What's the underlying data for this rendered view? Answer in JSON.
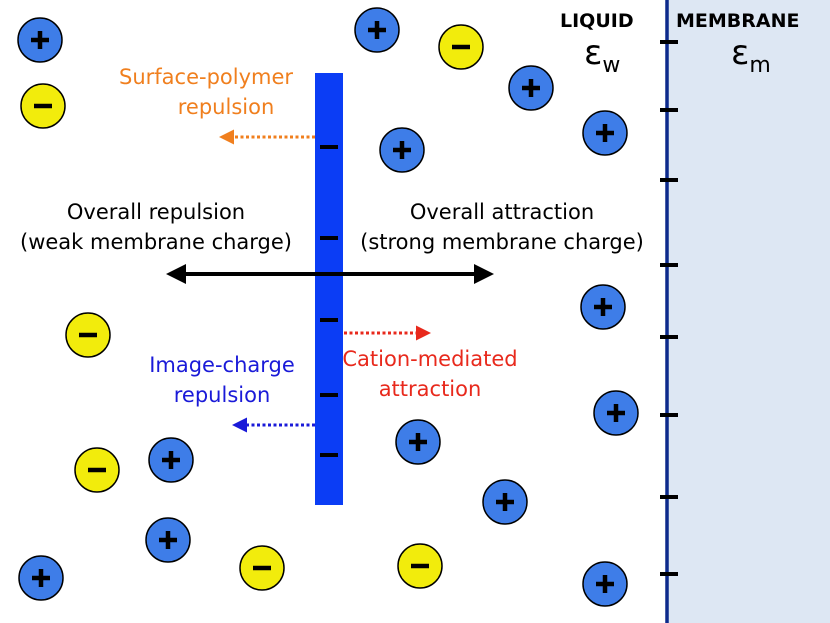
{
  "colors": {
    "orange": "#f07f1e",
    "red": "#e8291c",
    "blue": "#1a1ad8",
    "polymer": "#0b3df5",
    "cation_fill": "#3e7de8",
    "anion_fill": "#f2ec0c",
    "membrane_fill": "#dde7f3",
    "membrane_line": "#0d2a8c"
  },
  "labels": {
    "liquid": "LIQUID",
    "membrane": "MEMBRANE",
    "eps_w": "εw",
    "eps_m": "εm",
    "surface_polymer_l1": "Surface-polymer",
    "surface_polymer_l2": "repulsion",
    "overall_repulsion_l1": "Overall repulsion",
    "overall_repulsion_l2": "(weak membrane charge)",
    "overall_attraction_l1": "Overall attraction",
    "overall_attraction_l2": "(strong membrane charge)",
    "image_charge_l1": "Image-charge",
    "image_charge_l2": "repulsion",
    "cation_mediated_l1": "Cation-mediated",
    "cation_mediated_l2": "attraction"
  },
  "symbols": {
    "plus": "+",
    "minus": "–"
  },
  "icons": [
    "cation-icon",
    "anion-icon"
  ]
}
